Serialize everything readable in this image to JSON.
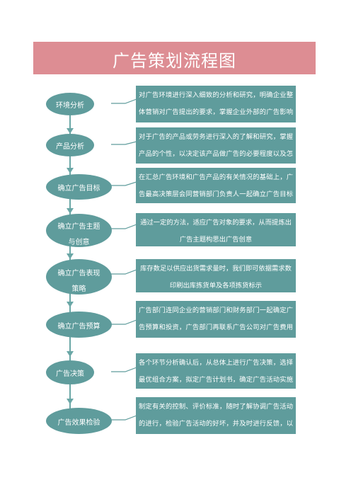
{
  "title": "广告策划流程图",
  "steps": [
    {
      "node": [
        "环境分析"
      ],
      "desc": [
        "对广告环境进行深入细致的分析和研究，明确企业整",
        "体营销对广告提出的要求，掌握企业外部的广告影响"
      ]
    },
    {
      "node": [
        "产品分析"
      ],
      "desc": [
        "对于广告的产品或劳务进行深入的了解和研究，掌握",
        "产品的个性，以决定该产品做广告的必要程度以及怎"
      ]
    },
    {
      "node": [
        "确立广告目标"
      ],
      "desc": [
        "在汇总广告环境和广告产品的有关情况的基础上，广",
        "告最高决策层会同营销部门负责人一起确立广告目标"
      ]
    },
    {
      "node": [
        "确立广告主题",
        "与创意"
      ],
      "desc": [
        "通过一定的方法，适应广告对象的要求，从而提炼出",
        "广告主题构思出广告创意"
      ]
    },
    {
      "node": [
        "确立广告表现",
        "策略"
      ],
      "desc": [
        "库存数足以供应出货需求量时，我们即可依据需求数",
        "印刷出库拣货单及各项拣货标示"
      ]
    },
    {
      "node": [
        "确立广告预算"
      ],
      "desc": [
        "广告部门连同企业的营销部门和财务部门一起确定广",
        "告预算和投资，广告部门再联系广告公司对广告费用"
      ]
    },
    {
      "node": [
        "广告决策"
      ],
      "desc": [
        "各个环节分析确认后，从总体上进行广告决策，选择",
        "最优组合方案，拟定广告计划书，确定广告活动实施"
      ]
    },
    {
      "node": [
        "广告效果检验"
      ],
      "desc": [
        "制定有关的控制、评价标准，随时了解协调广告活动",
        "的进行，检验广告活动的好坏，并及时进行反馈，以"
      ]
    }
  ]
}
